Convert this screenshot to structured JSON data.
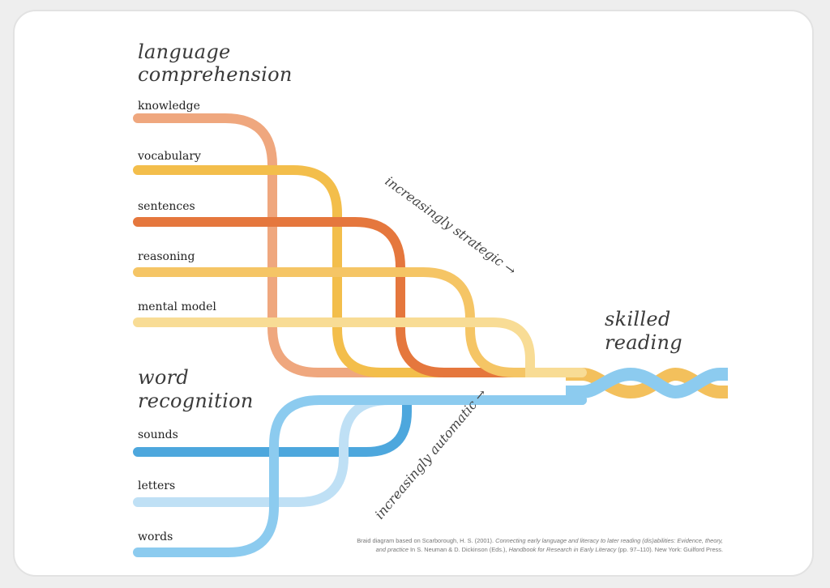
{
  "headings": {
    "language": [
      "language",
      "comprehension"
    ],
    "word": [
      "word",
      "recognition"
    ],
    "skilled": [
      "skilled",
      "reading"
    ]
  },
  "language_strands": [
    {
      "label": "knowledge",
      "color": "#efa77e"
    },
    {
      "label": "vocabulary",
      "color": "#f3be4b"
    },
    {
      "label": "sentences",
      "color": "#e5773d"
    },
    {
      "label": "reasoning",
      "color": "#f5c565"
    },
    {
      "label": "mental model",
      "color": "#f8dc95"
    }
  ],
  "word_strands": [
    {
      "label": "sounds",
      "color": "#4da7dd"
    },
    {
      "label": "letters",
      "color": "#bfe0f5"
    },
    {
      "label": "words",
      "color": "#8ccbef"
    }
  ],
  "arrows": {
    "strategic": "increasingly strategic →",
    "automatic": "increasingly automatic →"
  },
  "braid_colors": {
    "language": "#f3c05c",
    "word": "#8ccbef"
  },
  "citation": {
    "p1": "Braid diagram based on Scarborough, H. S. (2001). ",
    "title1": "Connecting early language and literacy to later reading (dis)abilities: Evidence, theory,",
    "title1b": "and practice",
    "p2": " In S. Neuman & D. Dickinson (Eds.), ",
    "title2": "Handbook for Research in Early Literacy",
    "p3": " (pp. 97–110). New York: Guilford Press."
  }
}
